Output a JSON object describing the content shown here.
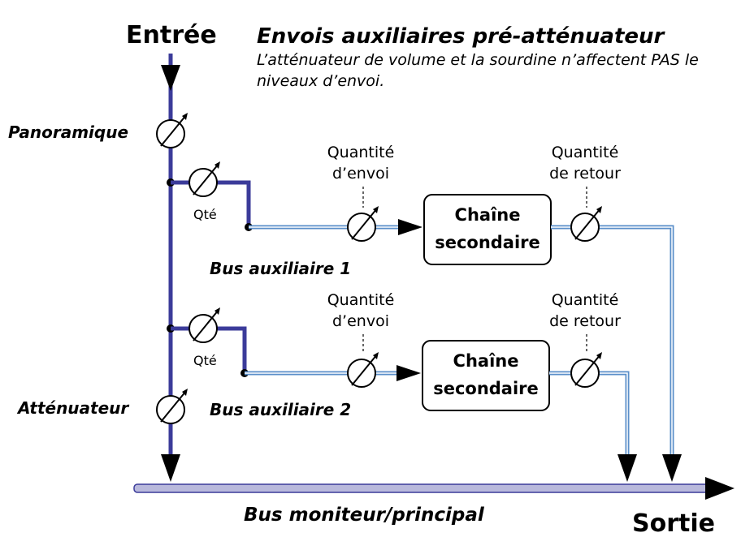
{
  "title": "Envois auxiliaires pré-atténuateur",
  "subtitle_lines": [
    "L’atténuateur de volume et la sourdine n’affectent PAS le",
    "niveaux d’envoi."
  ],
  "input_label": "Entrée",
  "output_label": "Sortie",
  "pan_label": "Panoramique",
  "fader_label": "Atténuateur",
  "main_bus_label": "Bus moniteur/principal",
  "aux": [
    {
      "bus_label": "Bus auxiliaire 1",
      "qty_label": "Qté",
      "send_label_lines": [
        "Quantité",
        "d’envoi"
      ],
      "return_label_lines": [
        "Quantité",
        "de retour"
      ],
      "chain_label_lines": [
        "Chaîne",
        "secondaire"
      ]
    },
    {
      "bus_label": "Bus auxiliaire 2",
      "qty_label": "Qté",
      "send_label_lines": [
        "Quantité",
        "d’envoi"
      ],
      "return_label_lines": [
        "Quantité",
        "de retour"
      ],
      "chain_label_lines": [
        "Chaîne",
        "secondaire"
      ]
    }
  ],
  "colors": {
    "signal_line": "#3b3b9a",
    "aux_line": "#5b8fc9",
    "main_bus_fill": "#b9b9dc",
    "main_bus_edge": "#3b3b9a"
  }
}
